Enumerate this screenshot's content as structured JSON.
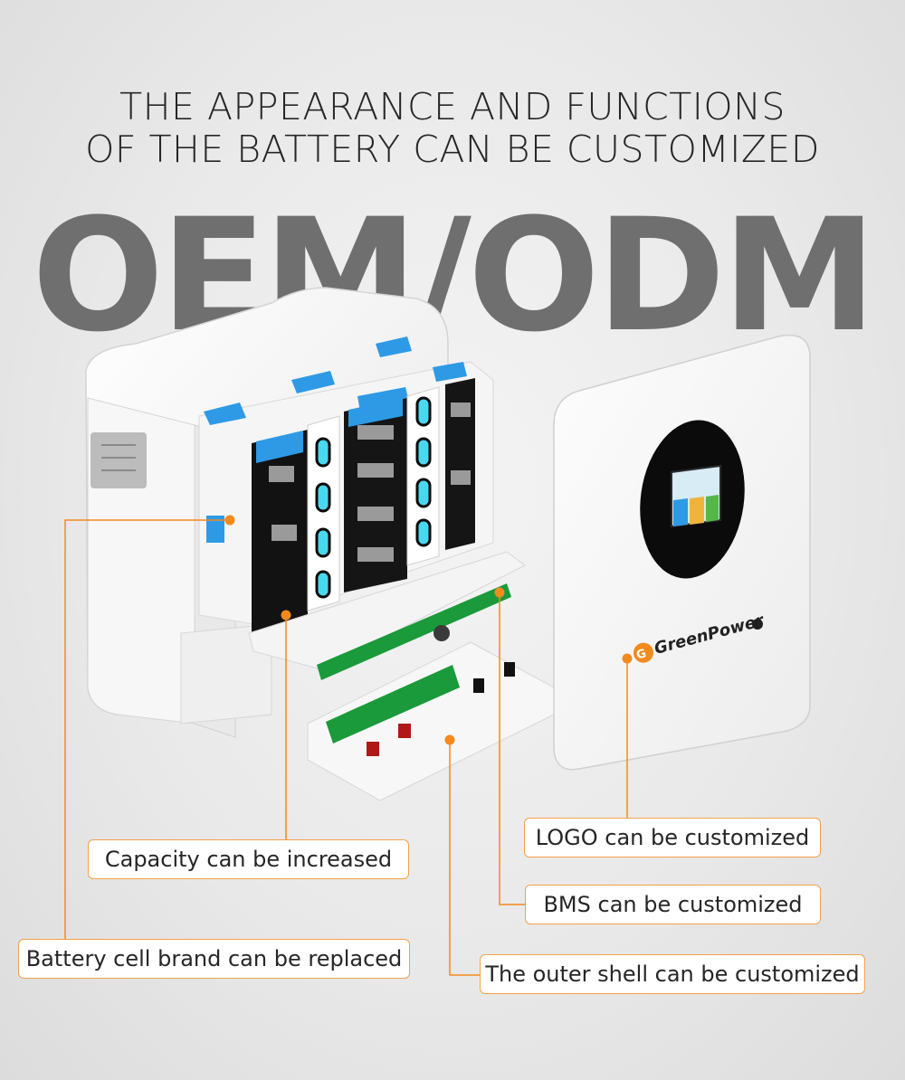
{
  "header": {
    "line1": "THE APPEARANCE AND FUNCTIONS",
    "line2": "OF THE BATTERY CAN BE CUSTOMIZED"
  },
  "watermark": "OEM/ODM",
  "product": {
    "brand_logo": "GreenPower"
  },
  "callouts": {
    "logo": "LOGO can be customized",
    "capacity": "Capacity can be increased",
    "bms": "BMS can be customized",
    "cell_brand": "Battery cell brand can be replaced",
    "shell": "The outer shell can be customized"
  },
  "colors": {
    "accent_orange": "#f28a1e",
    "label_border": "#f2a24b",
    "cell_blue": "#2e9ae6",
    "pcb_green": "#1a9a3a"
  }
}
